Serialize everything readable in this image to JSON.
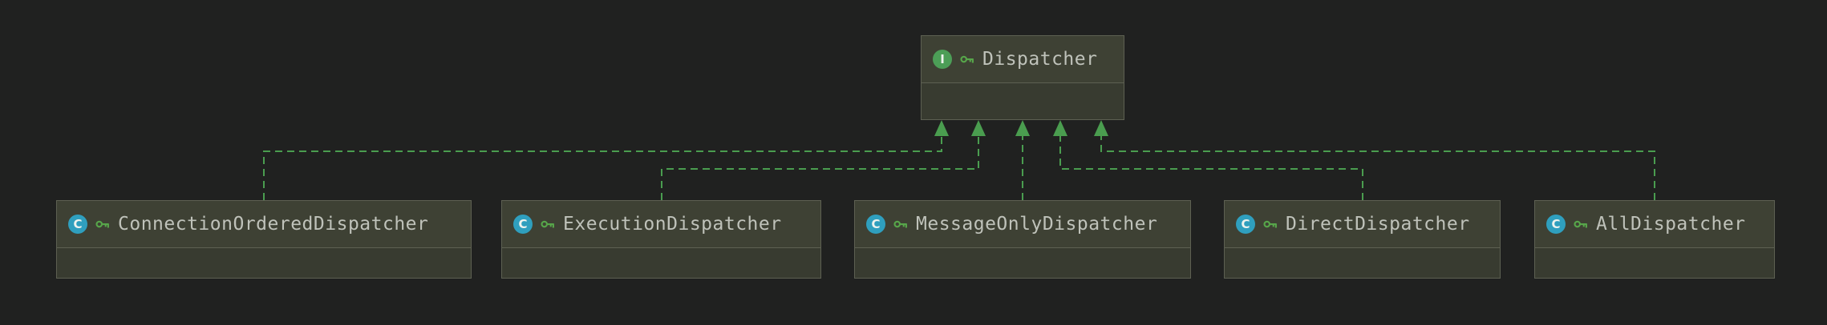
{
  "colors": {
    "background": "#202120",
    "node_fill": "#3e4134",
    "node_body_fill": "#383b30",
    "node_border": "#5d6052",
    "node_text": "#bfc2ba",
    "edge_color": "#4a9d4f",
    "interface_icon_bg": "#4c9e57",
    "class_icon_bg": "#2f9fbe",
    "icon_glyph": "#eef3ee",
    "key_icon_color": "#57a64a"
  },
  "nodes": [
    {
      "id": "dispatcher",
      "label": "Dispatcher",
      "kind": "interface",
      "badge": "I",
      "modifier_icon": "key-icon"
    },
    {
      "id": "connection-ordered-dispatcher",
      "label": "ConnectionOrderedDispatcher",
      "kind": "class",
      "badge": "C",
      "modifier_icon": "key-icon"
    },
    {
      "id": "execution-dispatcher",
      "label": "ExecutionDispatcher",
      "kind": "class",
      "badge": "C",
      "modifier_icon": "key-icon"
    },
    {
      "id": "message-only-dispatcher",
      "label": "MessageOnlyDispatcher",
      "kind": "class",
      "badge": "C",
      "modifier_icon": "key-icon"
    },
    {
      "id": "direct-dispatcher",
      "label": "DirectDispatcher",
      "kind": "class",
      "badge": "C",
      "modifier_icon": "key-icon"
    },
    {
      "id": "all-dispatcher",
      "label": "AllDispatcher",
      "kind": "class",
      "badge": "C",
      "modifier_icon": "key-icon"
    }
  ],
  "edges": [
    {
      "from": "ConnectionOrderedDispatcher",
      "to": "Dispatcher",
      "relation": "realization",
      "line_style": "dashed",
      "arrow": "solid-triangle"
    },
    {
      "from": "ExecutionDispatcher",
      "to": "Dispatcher",
      "relation": "realization",
      "line_style": "dashed",
      "arrow": "solid-triangle"
    },
    {
      "from": "MessageOnlyDispatcher",
      "to": "Dispatcher",
      "relation": "realization",
      "line_style": "dashed",
      "arrow": "solid-triangle"
    },
    {
      "from": "DirectDispatcher",
      "to": "Dispatcher",
      "relation": "realization",
      "line_style": "dashed",
      "arrow": "solid-triangle"
    },
    {
      "from": "AllDispatcher",
      "to": "Dispatcher",
      "relation": "realization",
      "line_style": "dashed",
      "arrow": "solid-triangle"
    }
  ]
}
